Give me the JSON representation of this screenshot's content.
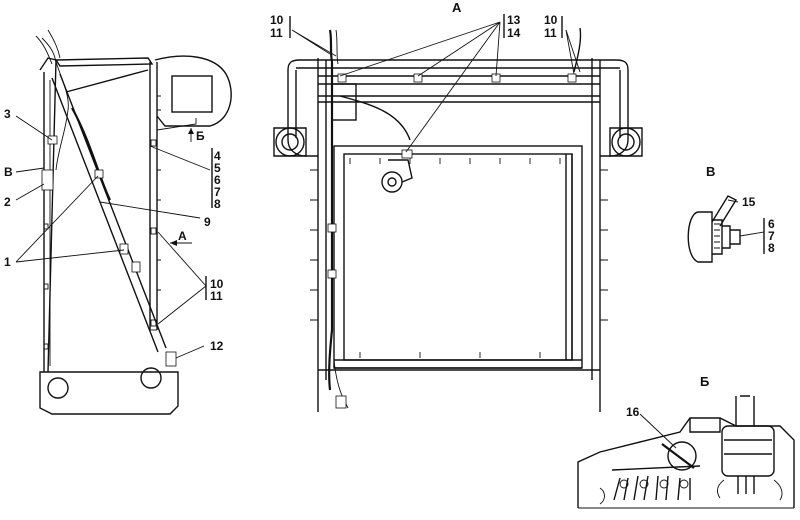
{
  "views": {
    "a": "А",
    "b": "Б",
    "v": "В"
  },
  "left_view": {
    "callout_3": "3",
    "callout_v": "В",
    "callout_2": "2",
    "callout_1": "1",
    "callout_9": "9",
    "callout_12": "12",
    "callout_a_arrow": "А",
    "callout_b_arrow": "Б",
    "stack_4_8": [
      "4",
      "5",
      "6",
      "7",
      "8"
    ],
    "stack_10_11": [
      "10",
      "11"
    ]
  },
  "view_a": {
    "stack_left": [
      "10",
      "11"
    ],
    "stack_mid": [
      "13",
      "14"
    ],
    "stack_right": [
      "10",
      "11"
    ]
  },
  "view_v": {
    "callout_15": "15",
    "stack_6_8": [
      "6",
      "7",
      "8"
    ]
  },
  "view_b": {
    "callout_16": "16"
  }
}
